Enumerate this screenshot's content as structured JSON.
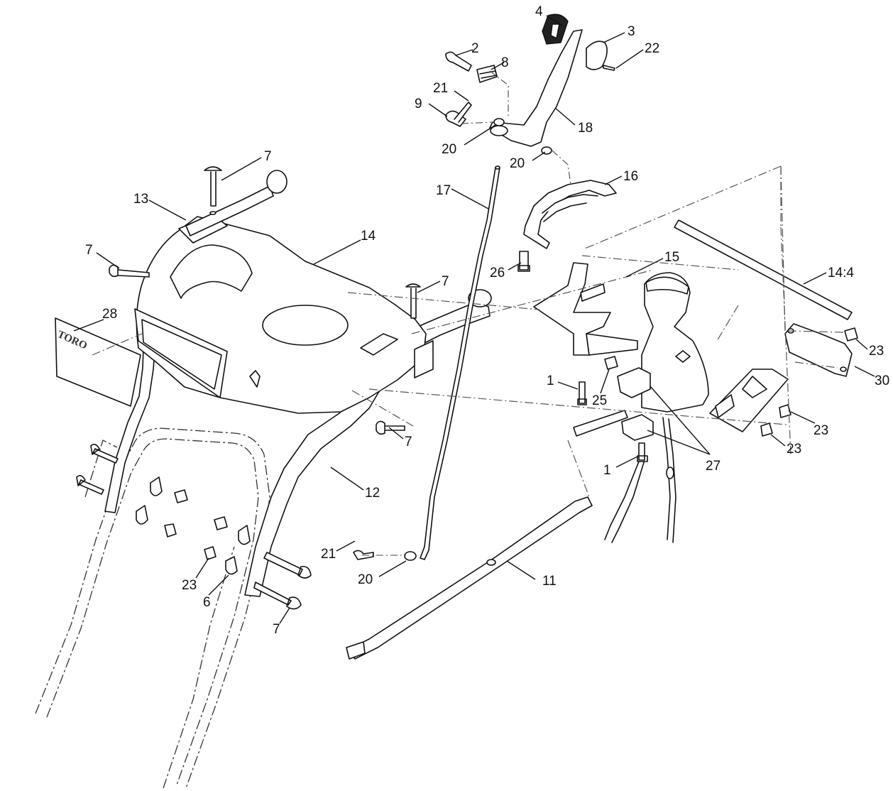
{
  "diagram": {
    "logo_text": "TORO",
    "callouts": {
      "c1a": "1",
      "c1b": "1",
      "c2": "2",
      "c3": "3",
      "c4": "4",
      "c6": "6",
      "c7a": "7",
      "c7b": "7",
      "c7c": "7",
      "c7d": "7",
      "c7e": "7",
      "c8": "8",
      "c9": "9",
      "c11": "11",
      "c12": "12",
      "c13": "13",
      "c14": "14",
      "c14_4": "14:4",
      "c15": "15",
      "c16": "16",
      "c17": "17",
      "c18": "18",
      "c20a": "20",
      "c20b": "20",
      "c20c": "20",
      "c21a": "21",
      "c21b": "21",
      "c22": "22",
      "c23a": "23",
      "c23b": "23",
      "c23c": "23",
      "c23d": "23",
      "c25": "25",
      "c26": "26",
      "c27": "27",
      "c28": "28",
      "c30": "30"
    }
  }
}
